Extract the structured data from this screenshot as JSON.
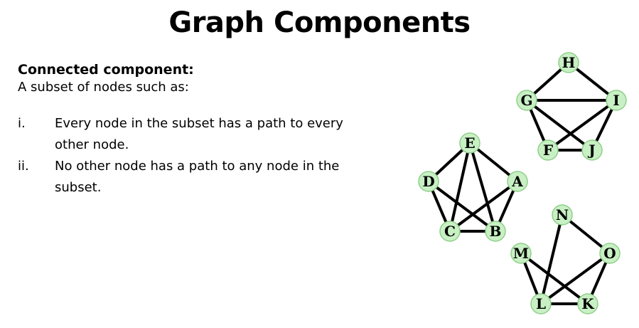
{
  "slide": {
    "title": "Graph Components",
    "term": "Connected component:",
    "definition": "A subset of nodes such as:",
    "conditions": [
      {
        "marker": "i.",
        "text": "Every node in the subset has a path to every other node."
      },
      {
        "marker": "ii.",
        "text": "No other node has a path to any node in the subset."
      }
    ]
  },
  "graph": {
    "node_fill": "#c8f0c4",
    "node_stroke": "#8fcf8a",
    "edge_color": "#000000",
    "nodes": [
      "A",
      "B",
      "C",
      "D",
      "E",
      "F",
      "G",
      "H",
      "I",
      "J",
      "K",
      "L",
      "M",
      "N",
      "O"
    ],
    "edges": [
      [
        "E",
        "A"
      ],
      [
        "E",
        "C"
      ],
      [
        "E",
        "B"
      ],
      [
        "E",
        "D"
      ],
      [
        "D",
        "C"
      ],
      [
        "D",
        "B"
      ],
      [
        "A",
        "B"
      ],
      [
        "A",
        "C"
      ],
      [
        "C",
        "B"
      ],
      [
        "G",
        "H"
      ],
      [
        "H",
        "I"
      ],
      [
        "G",
        "I"
      ],
      [
        "G",
        "F"
      ],
      [
        "G",
        "J"
      ],
      [
        "I",
        "F"
      ],
      [
        "I",
        "J"
      ],
      [
        "F",
        "J"
      ],
      [
        "N",
        "O"
      ],
      [
        "N",
        "L"
      ],
      [
        "O",
        "L"
      ],
      [
        "O",
        "K"
      ],
      [
        "M",
        "L"
      ],
      [
        "M",
        "K"
      ],
      [
        "L",
        "K"
      ]
    ]
  }
}
